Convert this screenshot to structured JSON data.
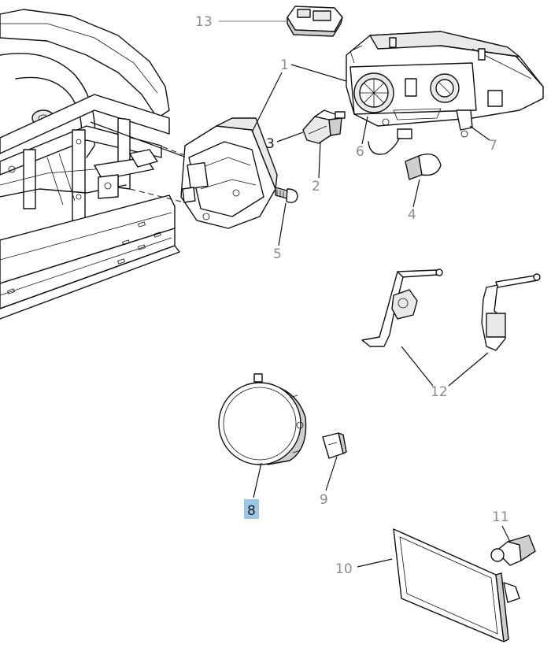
{
  "callouts": [
    {
      "id": "c1",
      "label": "1",
      "tone": "gray"
    },
    {
      "id": "c2",
      "label": "2",
      "tone": "gray"
    },
    {
      "id": "c3",
      "label": "3",
      "tone": "dark"
    },
    {
      "id": "c4",
      "label": "4",
      "tone": "gray"
    },
    {
      "id": "c5",
      "label": "5",
      "tone": "gray"
    },
    {
      "id": "c6",
      "label": "6",
      "tone": "gray"
    },
    {
      "id": "c7",
      "label": "7",
      "tone": "gray"
    },
    {
      "id": "c8",
      "label": "8",
      "tone": "dark",
      "highlighted": true
    },
    {
      "id": "c9",
      "label": "9",
      "tone": "gray"
    },
    {
      "id": "c10",
      "label": "10",
      "tone": "gray"
    },
    {
      "id": "c11",
      "label": "11",
      "tone": "gray"
    },
    {
      "id": "c12",
      "label": "12",
      "tone": "gray"
    },
    {
      "id": "c13",
      "label": "13",
      "tone": "gray"
    }
  ],
  "colors": {
    "highlight": "#9cc6e8",
    "line": "#111111",
    "label_gray": "#8c8c8c"
  }
}
